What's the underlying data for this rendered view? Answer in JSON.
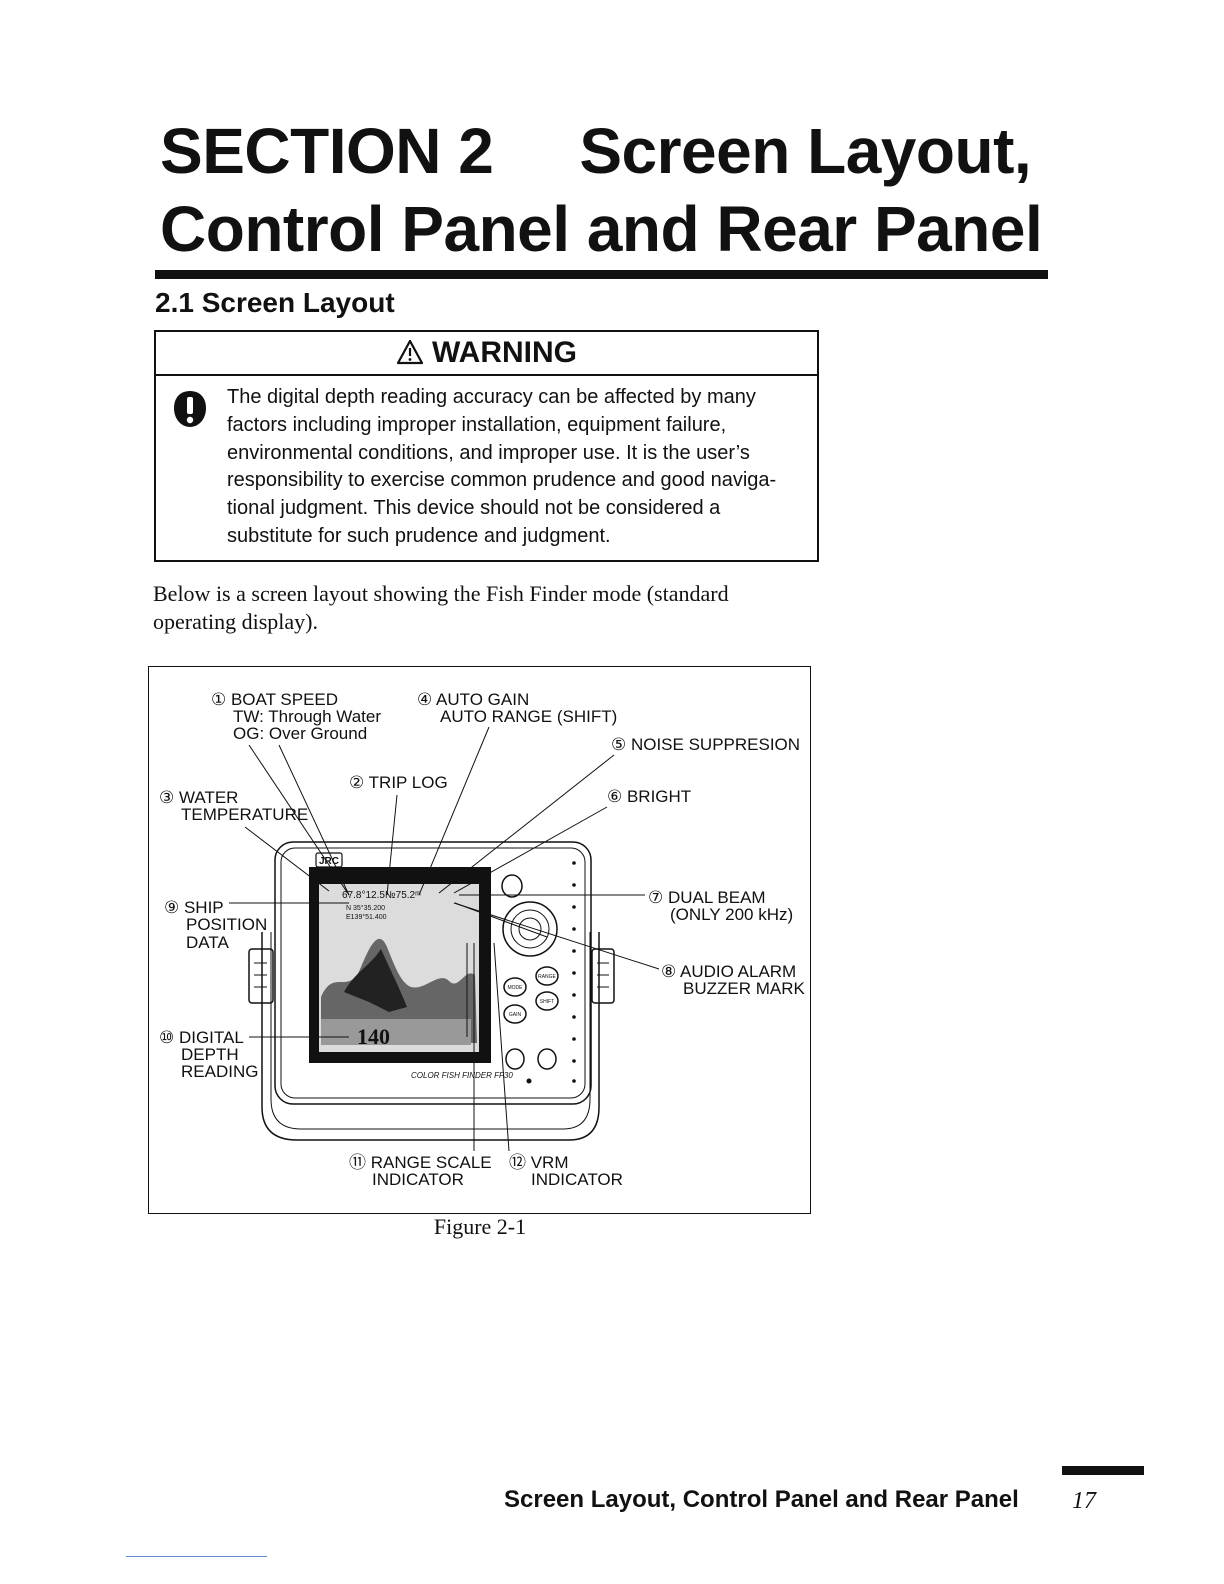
{
  "section": {
    "label": "SECTION 2",
    "title_line1": "Screen Layout,",
    "title_line2": "Control Panel and Rear Panel"
  },
  "subsection_title": "2.1 Screen Layout",
  "warning": {
    "title": "WARNING",
    "lines": [
      "The digital depth reading accuracy can be affected by many",
      "factors including improper installation, equipment failure,",
      "environmental conditions, and improper use. It is the user’s",
      "responsibility to exercise common prudence and good naviga-",
      "tional judgment. This device should not be considered a",
      "substitute for such prudence and judgment."
    ]
  },
  "intro": {
    "line1": "Below is a screen layout showing the Fish Finder mode (standard",
    "line2": "operating display)."
  },
  "figure": {
    "labels": {
      "boat_speed": "① BOAT SPEED",
      "tw": "TW: Through Water",
      "og": "OG: Over Ground",
      "auto_gain": "④ AUTO GAIN",
      "auto_range": "AUTO RANGE (SHIFT)",
      "noise": "⑤ NOISE SUPPRESION",
      "trip_log": "② TRIP LOG",
      "water": "③ WATER",
      "temperature": "TEMPERATURE",
      "bright": "⑥ BRIGHT",
      "dual_beam": "⑦ DUAL BEAM",
      "only200": "(ONLY 200 kHz)",
      "ship": "⑨ SHIP",
      "position": "POSITION",
      "data": "DATA",
      "audio_alarm": "⑧ AUDIO ALARM",
      "buzzer_mark": "BUZZER MARK",
      "digital": "⑩ DIGITAL",
      "depth": "DEPTH",
      "reading": "READING",
      "range_scale": "⑪ RANGE SCALE",
      "range_indicator": "INDICATOR",
      "vrm": "⑫ VRM",
      "vrm_indicator": "INDICATOR"
    },
    "device": {
      "brand": "JRC",
      "header_readout": "67.8°12.5№75.2ᵐ",
      "lat": "N 35°35.200",
      "lon": "E139°51.400",
      "depth": "140",
      "model": "COLOR FISH FINDER FF30",
      "buttons": [
        "RANGE",
        "MODE",
        "SHIFT",
        "GAIN"
      ]
    },
    "caption": "Figure 2-1"
  },
  "footer": {
    "title": "Screen Layout, Control Panel and Rear Panel",
    "page": "17"
  }
}
